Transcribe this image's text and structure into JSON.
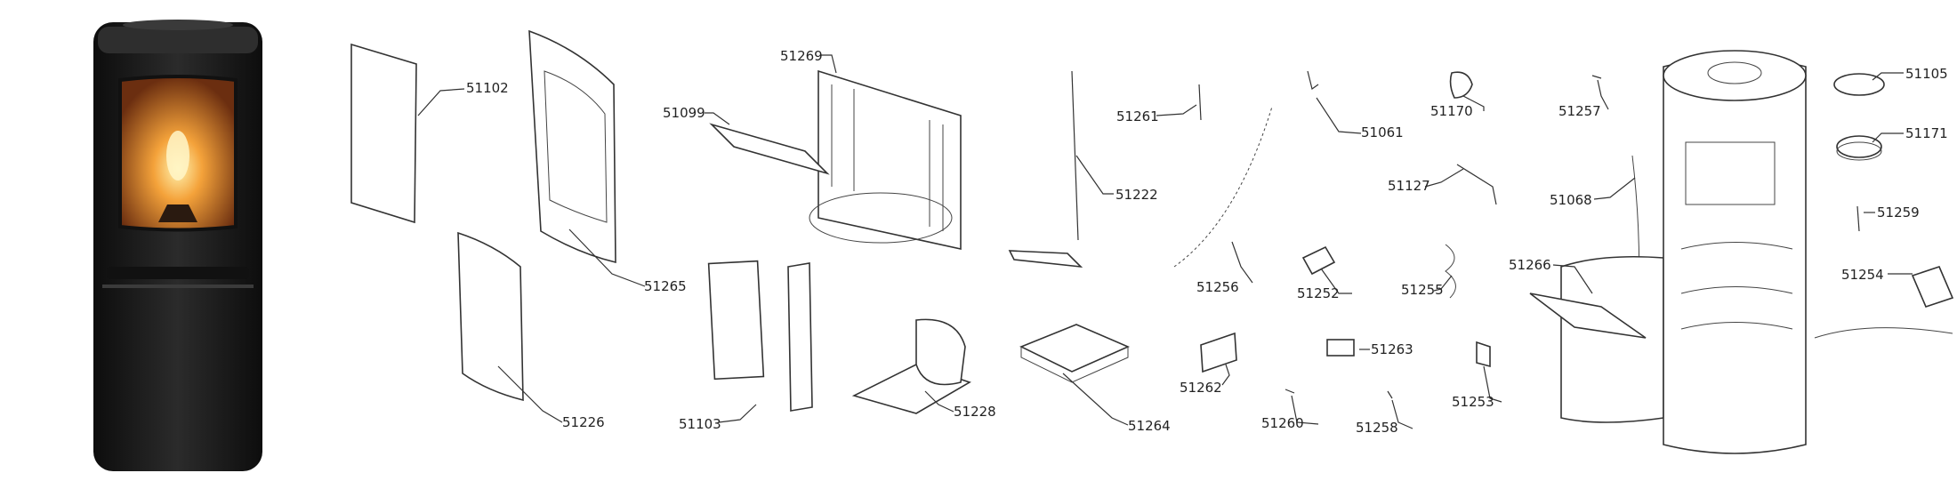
{
  "diagram": {
    "type": "exploded-parts-diagram",
    "parts": [
      {
        "id": "p51102",
        "number": "51102"
      },
      {
        "id": "p51265",
        "number": "51265"
      },
      {
        "id": "p51226",
        "number": "51226"
      },
      {
        "id": "p51269",
        "number": "51269"
      },
      {
        "id": "p51099",
        "number": "51099"
      },
      {
        "id": "p51103",
        "number": "51103"
      },
      {
        "id": "p51228",
        "number": "51228"
      },
      {
        "id": "p51222",
        "number": "51222"
      },
      {
        "id": "p51264",
        "number": "51264"
      },
      {
        "id": "p51261",
        "number": "51261"
      },
      {
        "id": "p51256",
        "number": "51256"
      },
      {
        "id": "p51262",
        "number": "51262"
      },
      {
        "id": "p51061",
        "number": "51061"
      },
      {
        "id": "p51252",
        "number": "51252"
      },
      {
        "id": "p51260",
        "number": "51260"
      },
      {
        "id": "p51263",
        "number": "51263"
      },
      {
        "id": "p51170",
        "number": "51170"
      },
      {
        "id": "p51127",
        "number": "51127"
      },
      {
        "id": "p51255",
        "number": "51255"
      },
      {
        "id": "p51258",
        "number": "51258"
      },
      {
        "id": "p51253",
        "number": "51253"
      },
      {
        "id": "p51257",
        "number": "51257"
      },
      {
        "id": "p51068",
        "number": "51068"
      },
      {
        "id": "p51266",
        "number": "51266"
      },
      {
        "id": "p51105",
        "number": "51105"
      },
      {
        "id": "p51171",
        "number": "51171"
      },
      {
        "id": "p51259",
        "number": "51259"
      },
      {
        "id": "p51254",
        "number": "51254"
      }
    ]
  },
  "colors": {
    "stove_body": "#1c1c1c",
    "flame": "#f4a23a",
    "line": "#333333"
  }
}
